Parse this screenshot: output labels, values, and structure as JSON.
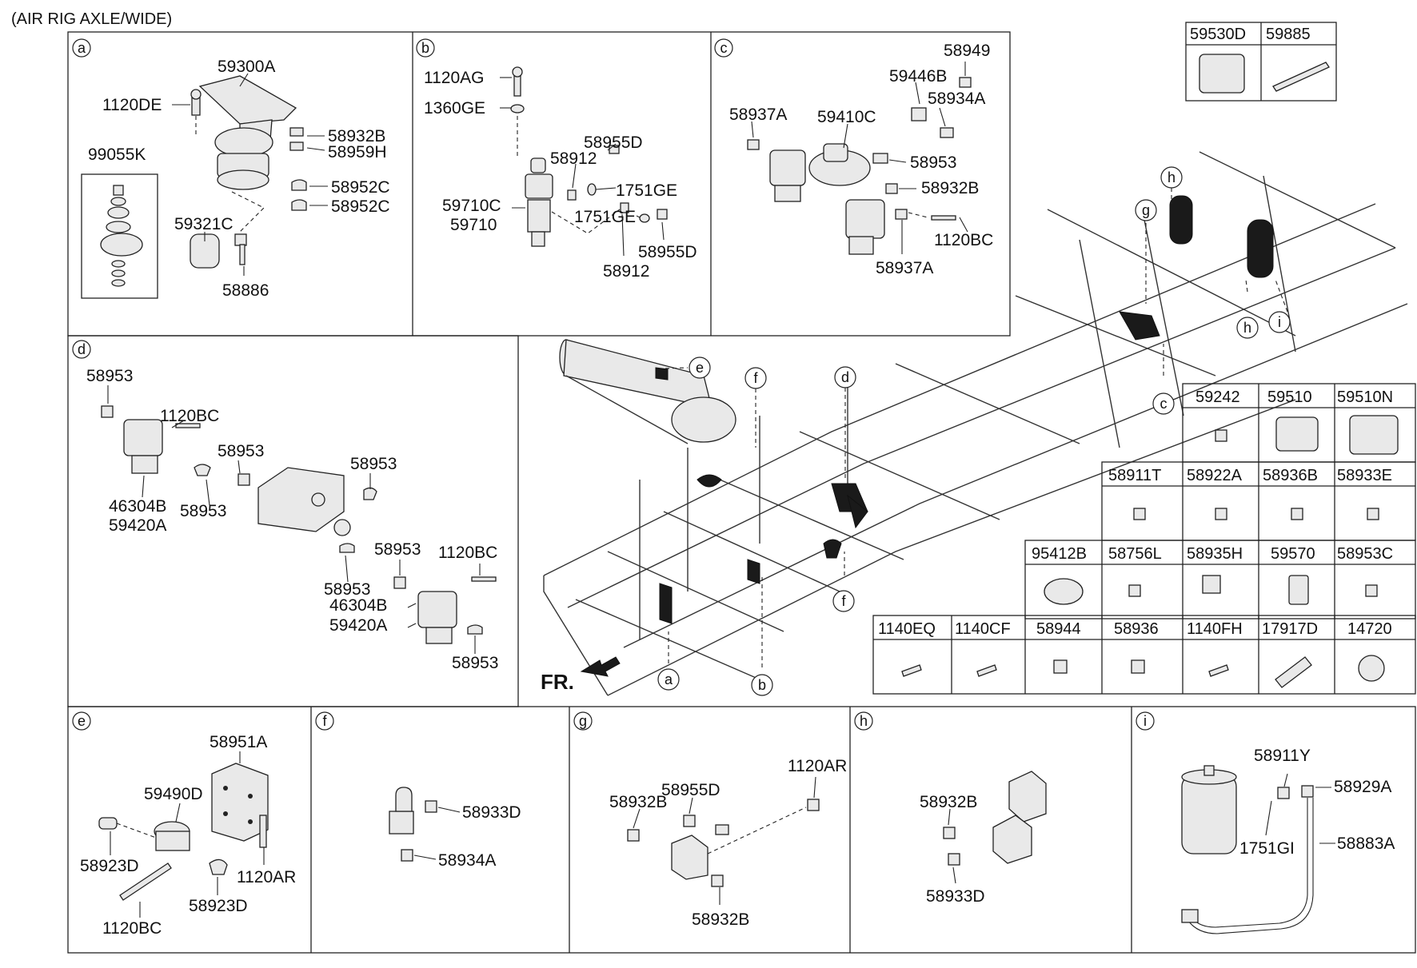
{
  "header": {
    "caption": "(AIR RIG AXLE/WIDE)"
  },
  "panels": {
    "a": {
      "letter": "a",
      "labels": [
        "59300A",
        "1120DE",
        "58932B",
        "58959H",
        "99055K",
        "58952C",
        "58952C",
        "59321C",
        "58886"
      ]
    },
    "b": {
      "letter": "b",
      "labels": [
        "1120AG",
        "1360GE",
        "58955D",
        "58912",
        "1751GE",
        "59710C",
        "59710",
        "1751GE",
        "58955D",
        "58912"
      ]
    },
    "c": {
      "letter": "c",
      "labels": [
        "58949",
        "59446B",
        "58934A",
        "58937A",
        "59410C",
        "58953",
        "58932B",
        "1120BC",
        "58937A"
      ]
    },
    "d": {
      "letter": "d",
      "labels": [
        "58953",
        "1120BC",
        "58953",
        "58953",
        "46304B",
        "59420A",
        "58953",
        "58953",
        "58953",
        "1120BC",
        "46304B",
        "59420A",
        "58953"
      ]
    },
    "e": {
      "letter": "e",
      "labels": [
        "58951A",
        "59490D",
        "58923D",
        "1120AR",
        "1120BC",
        "58923D"
      ]
    },
    "f": {
      "letter": "f",
      "labels": [
        "58933D",
        "58934A"
      ]
    },
    "g": {
      "letter": "g",
      "labels": [
        "1120AR",
        "58955D",
        "58932B",
        "58932B"
      ]
    },
    "h": {
      "letter": "h",
      "labels": [
        "58932B",
        "58933D"
      ]
    },
    "i": {
      "letter": "i",
      "labels": [
        "58911Y",
        "58929A",
        "1751GI",
        "58883A"
      ]
    }
  },
  "main": {
    "front_label": "FR.",
    "callouts": [
      "e",
      "f",
      "d",
      "g",
      "h",
      "h",
      "i",
      "c",
      "f",
      "a",
      "b"
    ]
  },
  "parts_tables": {
    "top_right": [
      "59530D",
      "59885"
    ],
    "row1": [
      "59242",
      "59510",
      "59510N"
    ],
    "row2": [
      "58911T",
      "58922A",
      "58936B",
      "58933E"
    ],
    "row3": [
      "95412B",
      "58756L",
      "58935H",
      "59570",
      "58953C"
    ],
    "row4": [
      "1140EQ",
      "1140CF",
      "58944",
      "58936",
      "1140FH",
      "17917D",
      "14720"
    ]
  }
}
